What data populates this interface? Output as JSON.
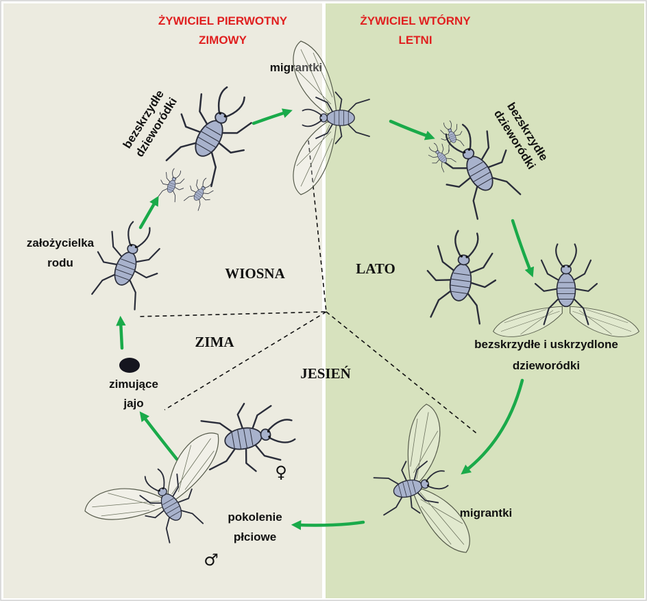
{
  "headers": {
    "primary_host_line1": "ŻYWICIEL PIERWOTNY",
    "primary_host_line2": "ZIMOWY",
    "secondary_host_line1": "ŻYWICIEL WTÓRNY",
    "secondary_host_line2": "LETNI"
  },
  "seasons": {
    "spring": "WIOSNA",
    "summer": "LATO",
    "winter": "ZIMA",
    "autumn": "JESIEŃ"
  },
  "labels": {
    "migrants_top": "migrantki",
    "wingless_left_line1": "bezskrzydłe",
    "wingless_left_line2": "dzieworódki",
    "wingless_right_line1": "bezskrzydłe",
    "wingless_right_line2": "dzieworódki",
    "founder_line1": "założycielka",
    "founder_line2": "rodu",
    "wingless_winged_line1": "bezskrzydłe i uskrzydlone",
    "wingless_winged_line2": "dzieworódki",
    "overwintering_line1": "zimujące",
    "overwintering_line2": "jajo",
    "migrants_bottom": "migrantki",
    "sexual_line1": "pokolenie",
    "sexual_line2": "płciowe",
    "female_symbol": "♀",
    "male_symbol": "♂"
  },
  "colors": {
    "left_panel": "#ecebe0",
    "right_panel": "#d7e2be",
    "arrow": "#1aaa4a",
    "header_text": "#e02020",
    "aphid_body": "#a8b2cc"
  }
}
